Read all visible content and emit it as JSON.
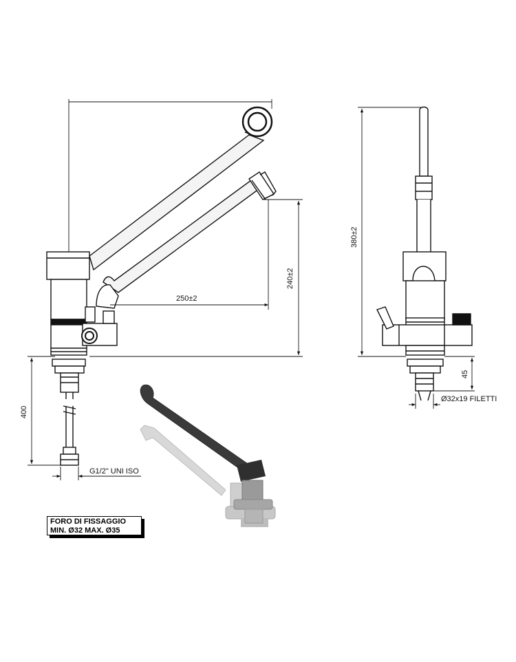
{
  "dimensions": {
    "reach": "250±2",
    "spout_height": "240±2",
    "total_height": "380±2",
    "flexible_hose": "400",
    "shank_length": "45",
    "thread": "Ø32x19 FILETTI",
    "hose_connector": "G1/2\" UNI ISO"
  },
  "note": {
    "line1": "FORO DI FISSAGGIO",
    "line2": "MIN. Ø32 MAX. Ø35"
  },
  "colors": {
    "line": "#111111",
    "fill_light": "#f2f2f2",
    "photo_dark": "#3a3a3a",
    "photo_light": "#cfcfcf"
  }
}
